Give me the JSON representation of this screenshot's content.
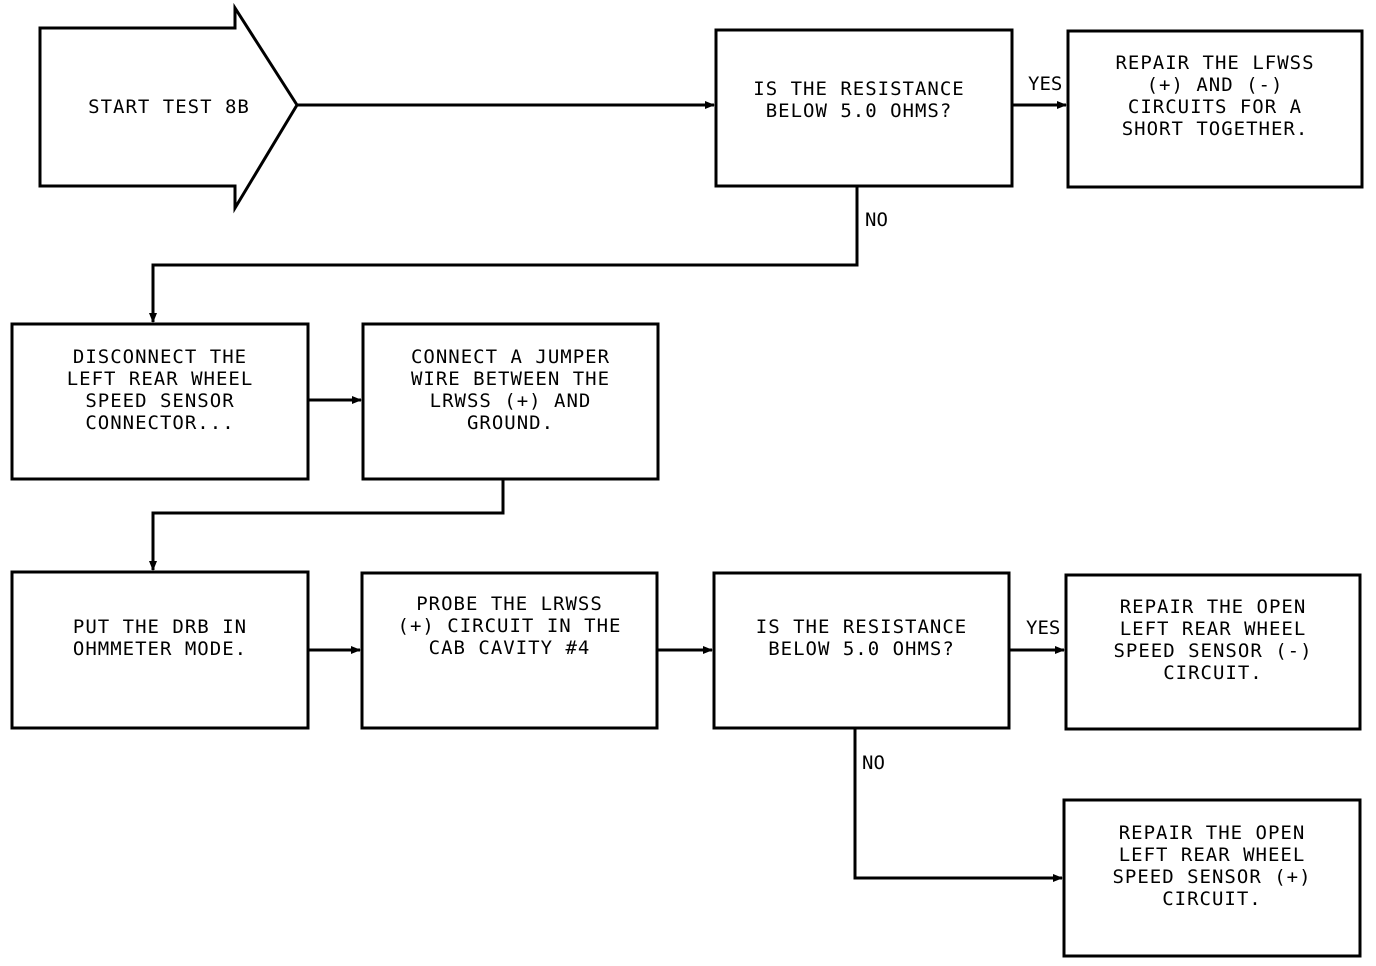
{
  "nodes": {
    "start": "START TEST 8B",
    "q1": "IS THE RESISTANCE\nBELOW 5.0 OHMS?",
    "repair_short": "REPAIR THE LFWSS\n(+) AND (-)\nCIRCUITS FOR A\nSHORT TOGETHER.",
    "disconnect": "DISCONNECT THE\nLEFT REAR WHEEL\nSPEED SENSOR\nCONNECTOR...",
    "jumper": "CONNECT A JUMPER\nWIRE BETWEEN THE\nLRWSS (+) AND\nGROUND.",
    "drb": "PUT THE DRB IN\nOHMMETER MODE.",
    "probe": "PROBE THE LRWSS\n(+) CIRCUIT IN THE\nCAB CAVITY #4",
    "q2": "IS THE RESISTANCE\nBELOW 5.0 OHMS?",
    "repair_neg": "REPAIR THE OPEN\nLEFT REAR WHEEL\nSPEED SENSOR (-)\nCIRCUIT.",
    "repair_pos": "REPAIR THE OPEN\nLEFT REAR WHEEL\nSPEED SENSOR (+)\nCIRCUIT."
  },
  "edge_labels": {
    "q1_yes": "YES",
    "q1_no": "NO",
    "q2_yes": "YES",
    "q2_no": "NO"
  }
}
